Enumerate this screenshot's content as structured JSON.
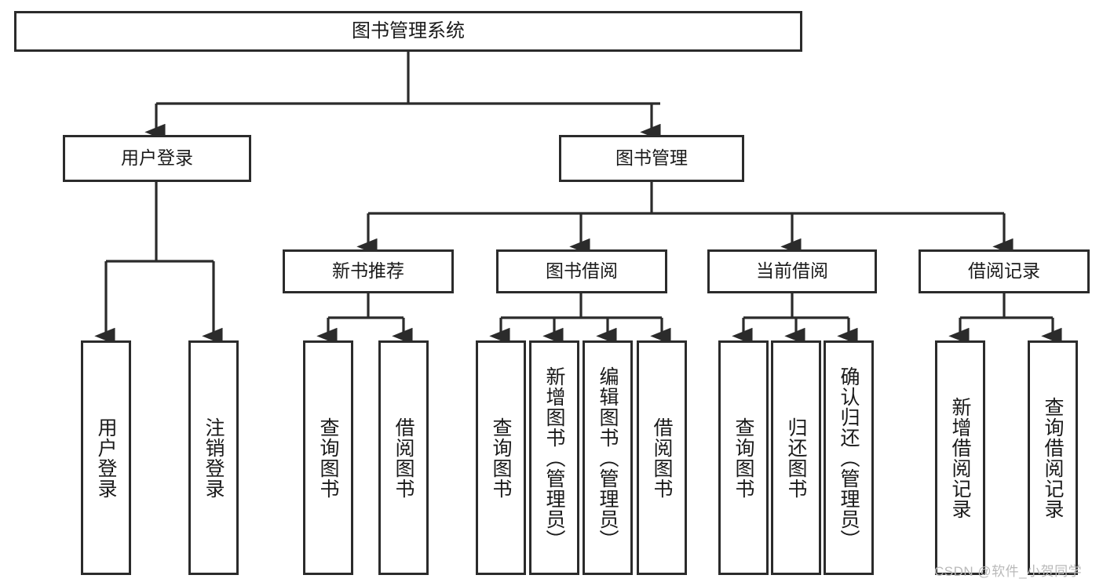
{
  "diagram": {
    "title": "图书管理系统",
    "type": "hierarchy-tree",
    "orientation": "top-down",
    "colors": {
      "box_border": "#2b2b2b",
      "box_fill": "#ffffff",
      "connector": "#2b2b2b",
      "text": "#1a1a1a",
      "watermark": "#b9b9b9"
    },
    "levels": {
      "root": {
        "label": "图书管理系统"
      },
      "level2": [
        {
          "id": "user-login",
          "label": "用户登录"
        },
        {
          "id": "book-management",
          "label": "图书管理"
        }
      ],
      "level3": [
        {
          "id": "new-book-recommend",
          "label": "新书推荐",
          "parent": "book-management"
        },
        {
          "id": "book-borrow",
          "label": "图书借阅",
          "parent": "book-management"
        },
        {
          "id": "current-borrow",
          "label": "当前借阅",
          "parent": "book-management"
        },
        {
          "id": "borrow-record",
          "label": "借阅记录",
          "parent": "book-management"
        }
      ],
      "leaves": [
        {
          "id": "leaf-user-login",
          "label": "用户登录",
          "parent": "user-login"
        },
        {
          "id": "leaf-logout-login",
          "label": "注销登录",
          "parent": "user-login"
        },
        {
          "id": "leaf-query-book-1",
          "label": "查询图书",
          "parent": "new-book-recommend"
        },
        {
          "id": "leaf-borrow-book-1",
          "label": "借阅图书",
          "parent": "new-book-recommend"
        },
        {
          "id": "leaf-query-book-2",
          "label": "查询图书",
          "parent": "book-borrow"
        },
        {
          "id": "leaf-add-book",
          "label": "新增图书（管理员）",
          "parent": "book-borrow"
        },
        {
          "id": "leaf-edit-book",
          "label": "编辑图书（管理员）",
          "parent": "book-borrow"
        },
        {
          "id": "leaf-borrow-book-2",
          "label": "借阅图书",
          "parent": "book-borrow"
        },
        {
          "id": "leaf-query-book-3",
          "label": "查询图书",
          "parent": "current-borrow"
        },
        {
          "id": "leaf-return-book",
          "label": "归还图书",
          "parent": "current-borrow"
        },
        {
          "id": "leaf-confirm-return",
          "label": "确认归还（管理员）",
          "parent": "current-borrow"
        },
        {
          "id": "leaf-add-record",
          "label": "新增借阅记录",
          "parent": "borrow-record"
        },
        {
          "id": "leaf-query-record",
          "label": "查询借阅记录",
          "parent": "borrow-record"
        }
      ]
    },
    "watermark": "CSDN @软件_小贺同学"
  }
}
